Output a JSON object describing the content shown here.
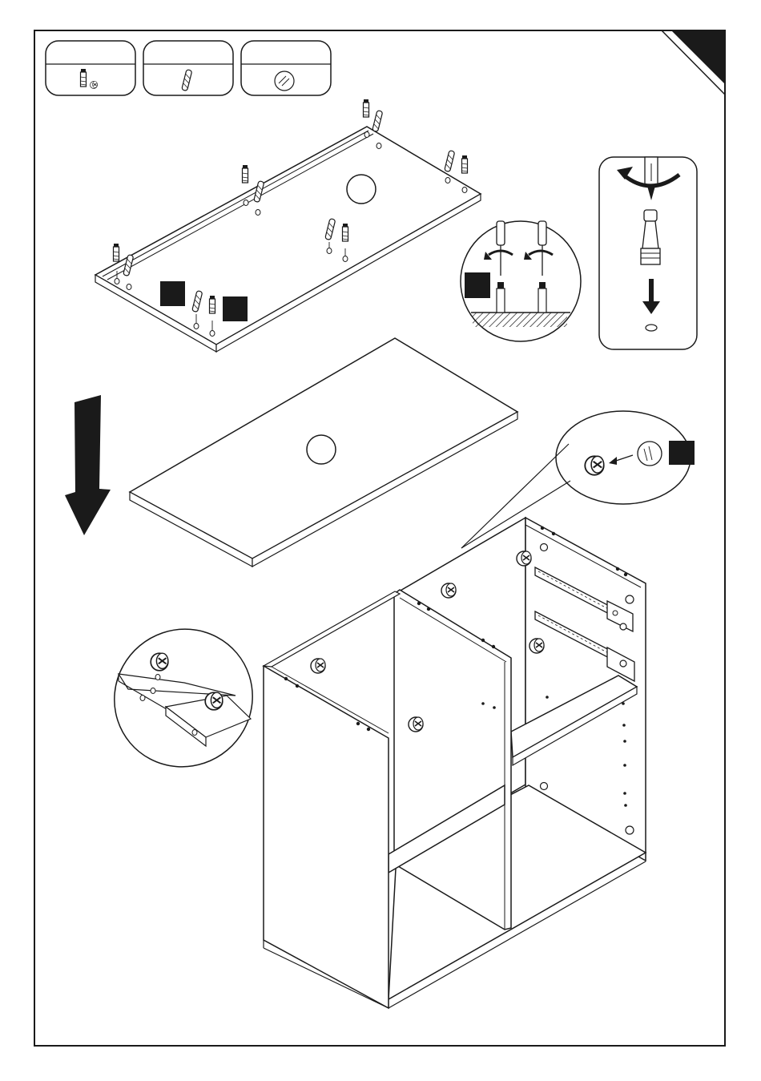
{
  "page": {
    "background": "#ffffff",
    "ink": "#1a1a1a",
    "marker_fill": "#1a1a1a"
  },
  "parts_legend": [
    {
      "name": "cam-bolt-with-cam-lock",
      "icon": "cam-bolt-icon"
    },
    {
      "name": "wooden-dowel",
      "icon": "dowel-icon"
    },
    {
      "name": "cover-cap",
      "icon": "cover-cap-icon"
    }
  ],
  "callouts": {
    "screwdriver_detail": {
      "icons": [
        "screwdriver-icon",
        "rotate-arrow-icon",
        "cam-bolt-icon"
      ]
    },
    "insert_bolt_detail": {
      "icons": [
        "screwdriver-icon",
        "rotate-arrow-icon",
        "down-arrow-icon"
      ]
    },
    "cam_cover_detail": {
      "icons": [
        "cam-lock-icon",
        "left-arrow-icon",
        "cover-cap-icon"
      ]
    },
    "cam_lock_join_detail": {
      "icons": [
        "cam-lock-icon",
        "panel-icon"
      ]
    }
  },
  "main_arrow": {
    "icon": "down-arrow-icon"
  }
}
